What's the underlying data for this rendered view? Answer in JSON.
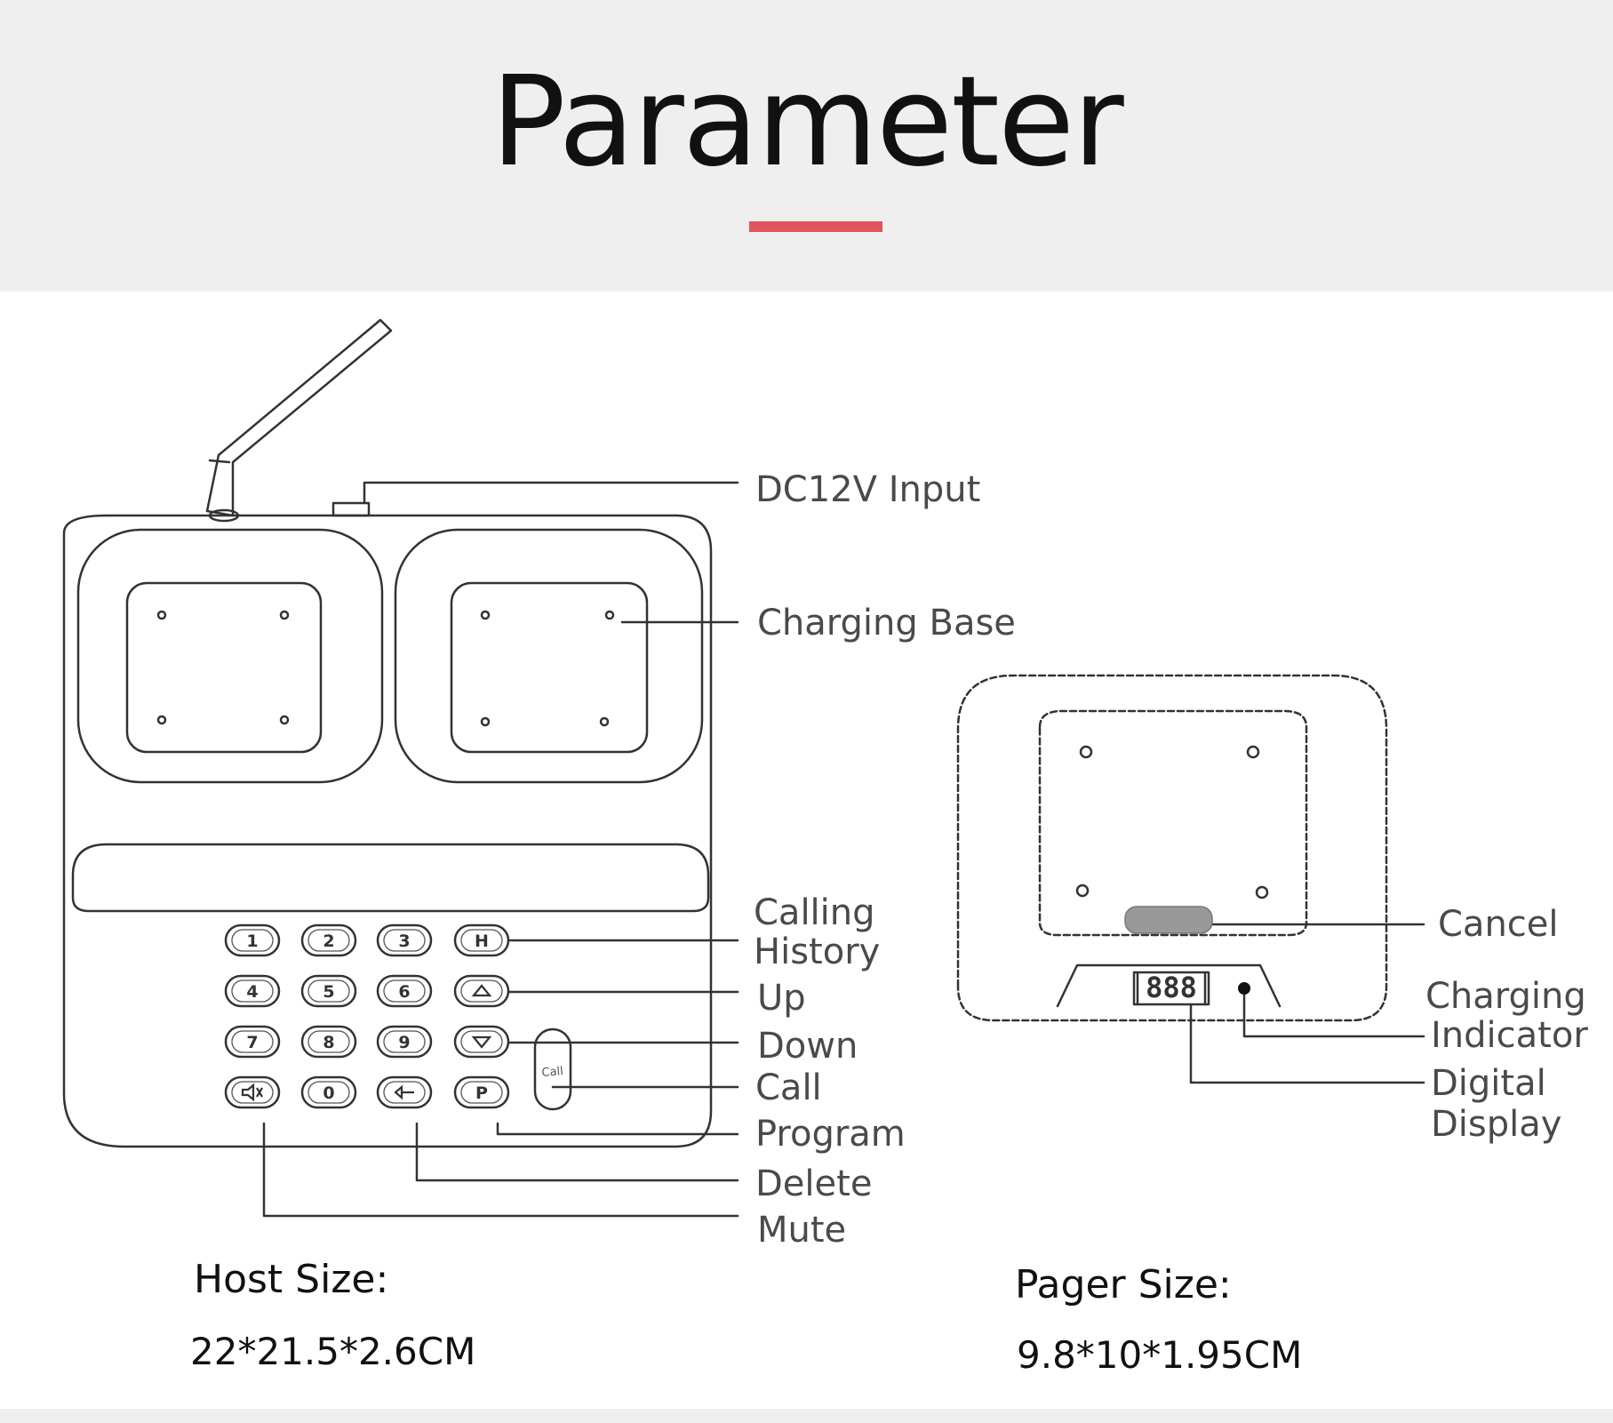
{
  "title": "Parameter",
  "colors": {
    "accent": "#e0555d",
    "header_bg": "#efefef",
    "line": "#333333",
    "label": "#4a4a4a"
  },
  "host": {
    "keypad": [
      "1",
      "2",
      "3",
      "H",
      "4",
      "5",
      "6",
      "",
      "7",
      "8",
      "9",
      "",
      "",
      "0",
      "",
      "P"
    ],
    "call_key": "Call",
    "labels": {
      "dc_input": "DC12V Input",
      "charging_base": "Charging Base",
      "calling_history_1": "Calling",
      "calling_history_2": "History",
      "up": "Up",
      "down": "Down",
      "call": "Call",
      "program": "Program",
      "delete": "Delete",
      "mute": "Mute"
    },
    "size_label": "Host Size:",
    "size_value": "22*21.5*2.6CM"
  },
  "pager": {
    "display_digits": "888",
    "labels": {
      "cancel": "Cancel",
      "charging_indicator_1": "Charging",
      "charging_indicator_2": "Indicator",
      "digital_display_1": "Digital",
      "digital_display_2": "Display"
    },
    "size_label": "Pager Size:",
    "size_value": "9.8*10*1.95CM"
  }
}
